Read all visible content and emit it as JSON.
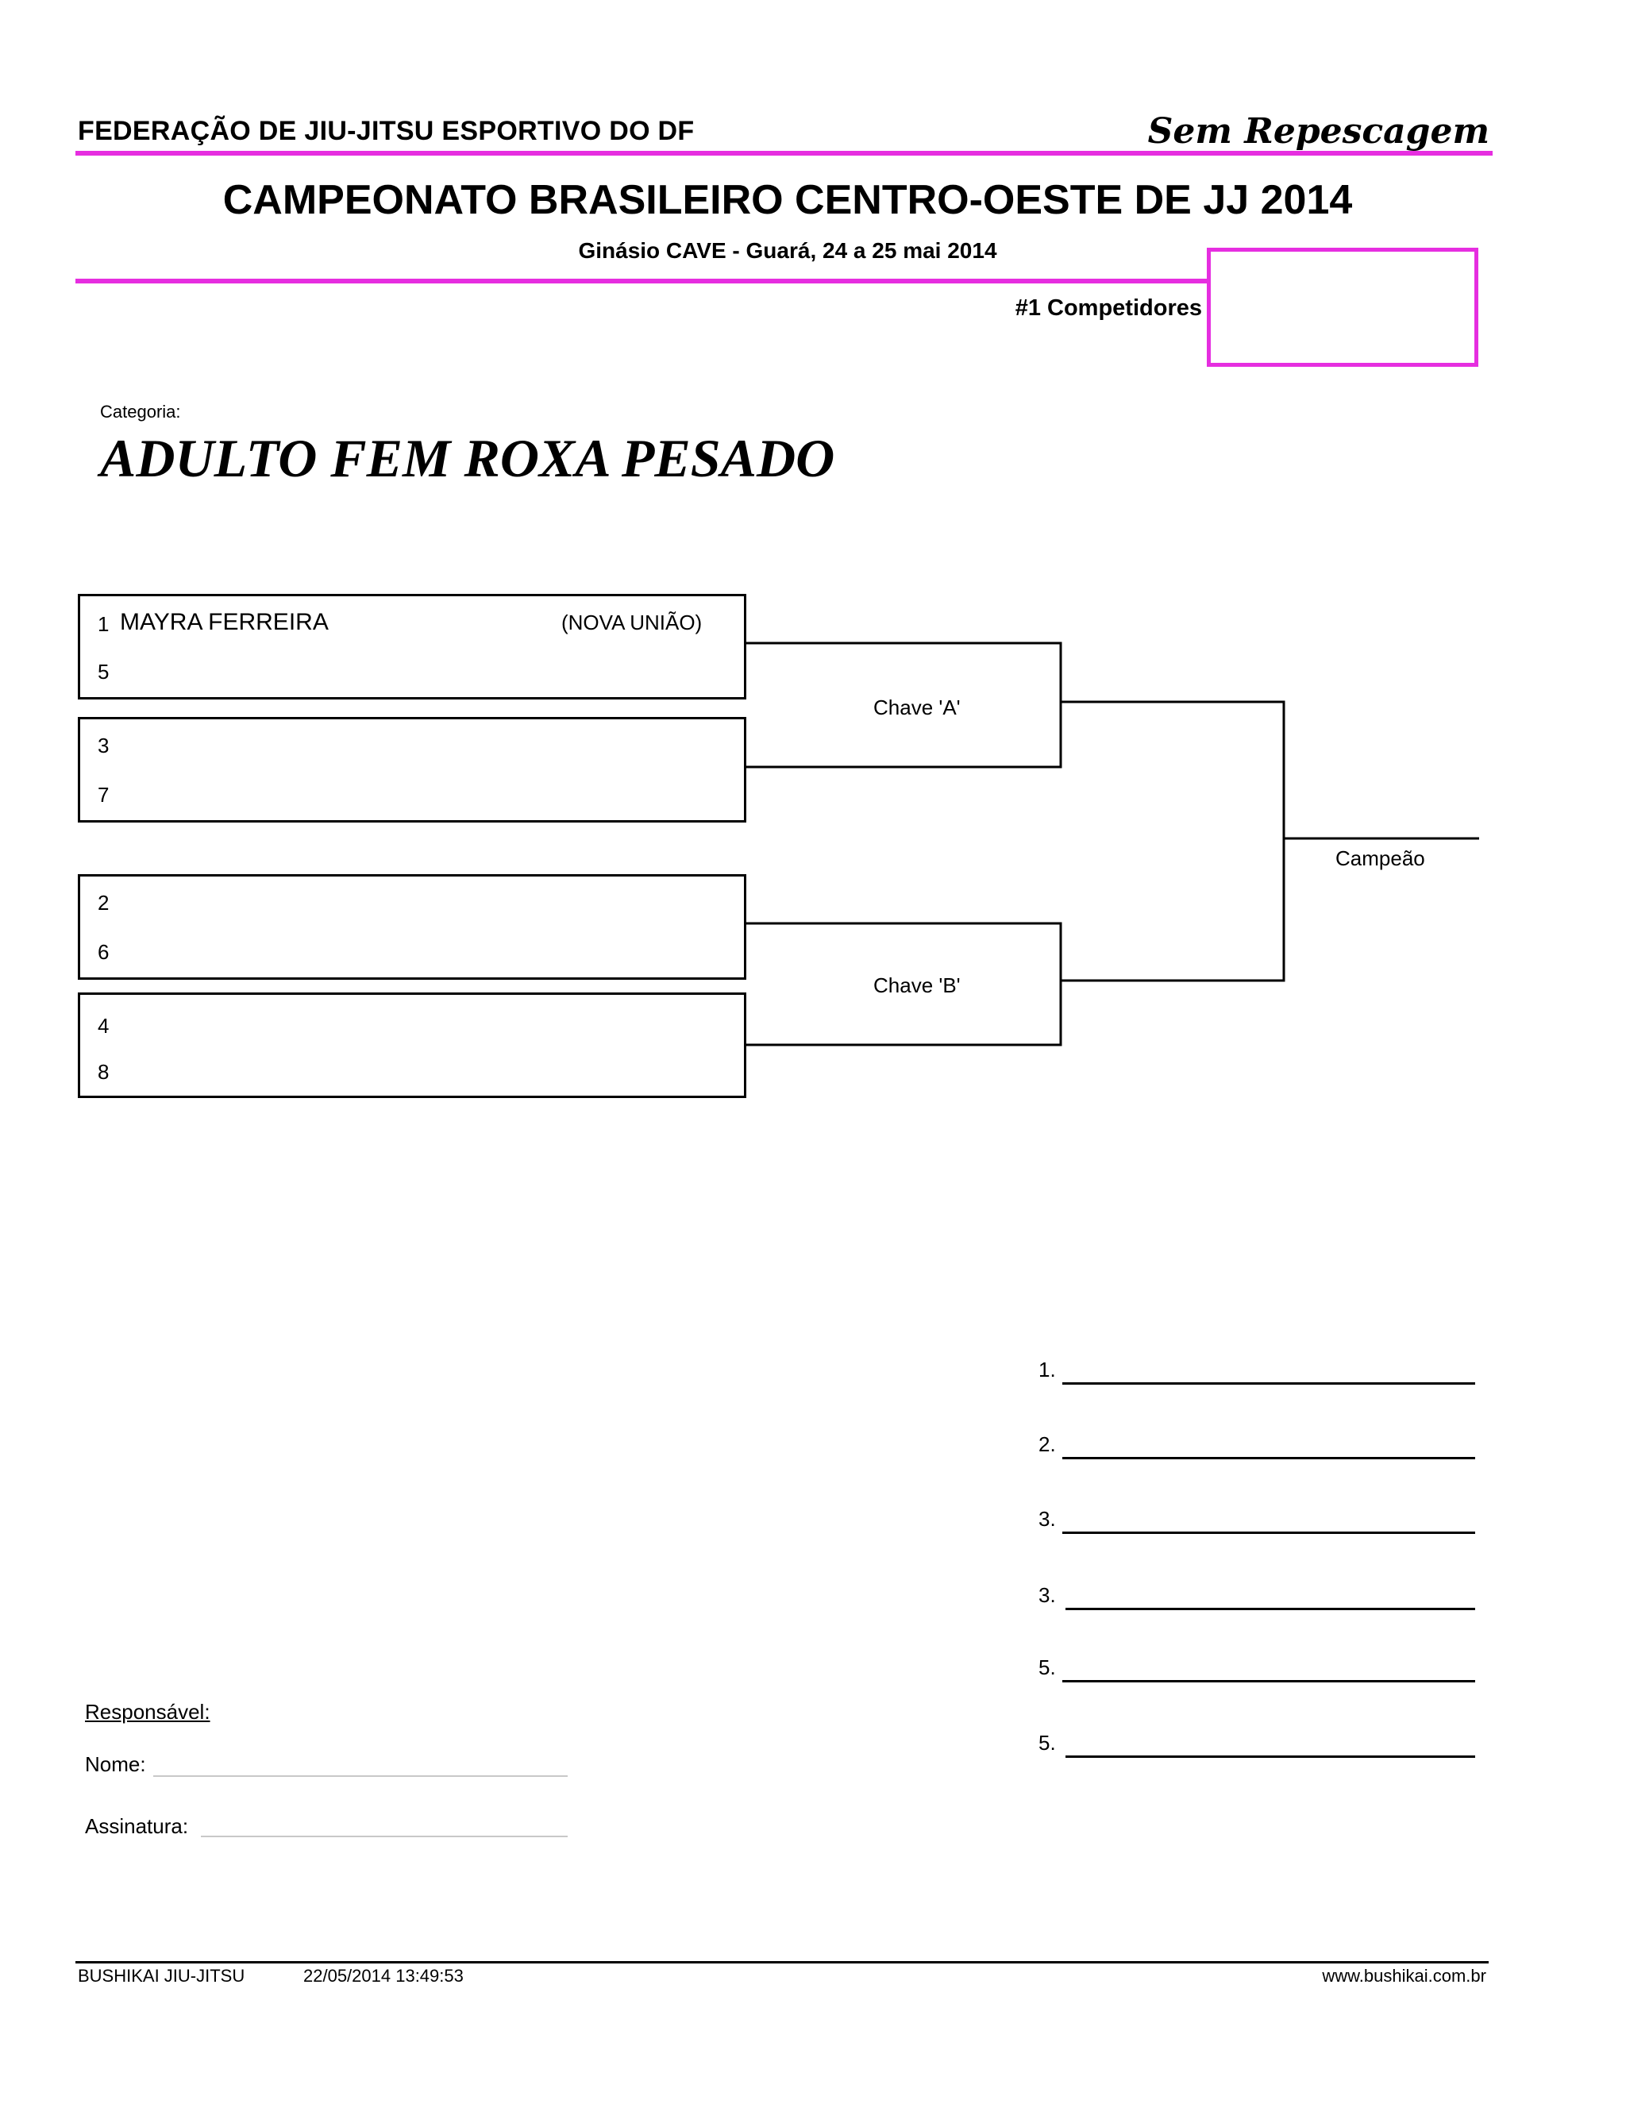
{
  "header": {
    "federation": "FEDERAÇÃO DE JIU-JITSU ESPORTIVO DO DF",
    "repescagem": "Sem Repescagem",
    "title": "CAMPEONATO BRASILEIRO CENTRO-OESTE DE JJ 2014",
    "subtitle": "Ginásio CAVE - Guará, 24 a 25 mai 2014",
    "competitors": "#1 Competidores",
    "accent_color": "#e62ee0"
  },
  "category": {
    "label": "Categoria:",
    "name": "ADULTO FEM ROXA PESADO"
  },
  "bracket": {
    "fights": [
      {
        "seed_top": "1",
        "athlete": "MAYRA FERREIRA",
        "team": "(NOVA UNIÃO)",
        "seed_bottom": "5"
      },
      {
        "seed_top": "3",
        "athlete": "",
        "team": "",
        "seed_bottom": "7"
      },
      {
        "seed_top": "2",
        "athlete": "",
        "team": "",
        "seed_bottom": "6"
      },
      {
        "seed_top": "4",
        "athlete": "",
        "team": "",
        "seed_bottom": "8"
      }
    ],
    "chave_a": "Chave 'A'",
    "chave_b": "Chave 'B'",
    "champion": "Campeão"
  },
  "placements": [
    "1.",
    "2.",
    "3.",
    "3.",
    "5.",
    "5."
  ],
  "responsible": {
    "label": "Responsável:",
    "name_label": "Nome:",
    "signature_label": "Assinatura:"
  },
  "footer": {
    "left": "BUSHIKAI JIU-JITSU",
    "date": "22/05/2014 13:49:53",
    "right": "www.bushikai.com.br"
  }
}
